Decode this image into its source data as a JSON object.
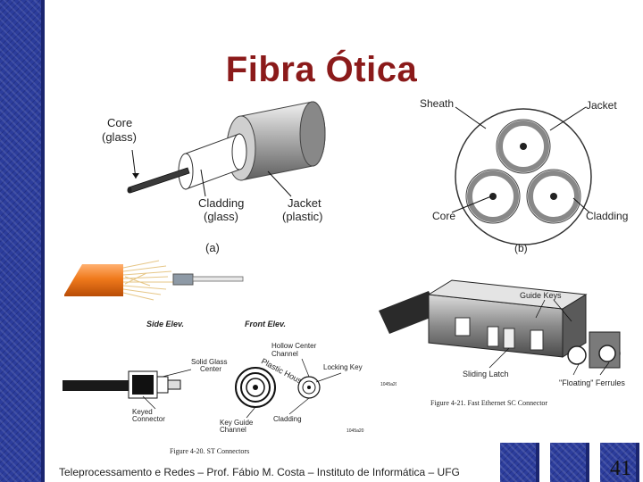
{
  "slide": {
    "title": "Fibra Ótica",
    "footer": "Teleprocessamento e Redes – Prof. Fábio M. Costa – Instituto de Informática – UFG",
    "page_number": "41"
  },
  "figure_a": {
    "core_label_1": "Core",
    "core_label_2": "(glass)",
    "cladding_label_1": "Cladding",
    "cladding_label_2": "(glass)",
    "jacket_label_1": "Jacket",
    "jacket_label_2": "(plastic)",
    "caption": "(a)"
  },
  "figure_b": {
    "sheath_label": "Sheath",
    "jacket_label": "Jacket",
    "core_label": "Core",
    "cladding_label": "Cladding",
    "caption": "(b)"
  },
  "st_connector": {
    "side_elev": "Side Elev.",
    "front_elev": "Front Elev.",
    "hollow_center_1": "Hollow Center",
    "hollow_center_2": "Channel",
    "solid_glass_1": "Solid Glass",
    "solid_glass_2": "Center",
    "plastic_housing": "Plastic Housing",
    "locking_key": "Locking Key",
    "keyed_connector_1": "Keyed",
    "keyed_connector_2": "Connector",
    "key_guide_1": "Key Guide",
    "key_guide_2": "Channel",
    "cladding": "Cladding",
    "code_1": "1045a20",
    "code_2": "1045a20",
    "caption": "Figure 4-20.  ST Connectors"
  },
  "sc_connector": {
    "guide_keys": "Guide Keys",
    "sliding_latch": "Sliding Latch",
    "floating_ferrules": "\"Floating\" Ferrules",
    "caption": "Figure 4-21.  Fast Ethernet SC Connector"
  },
  "colors": {
    "title": "#8b1a1a",
    "side_strip": "#2c3d9c",
    "fiber_orange": "#f07a1c"
  }
}
